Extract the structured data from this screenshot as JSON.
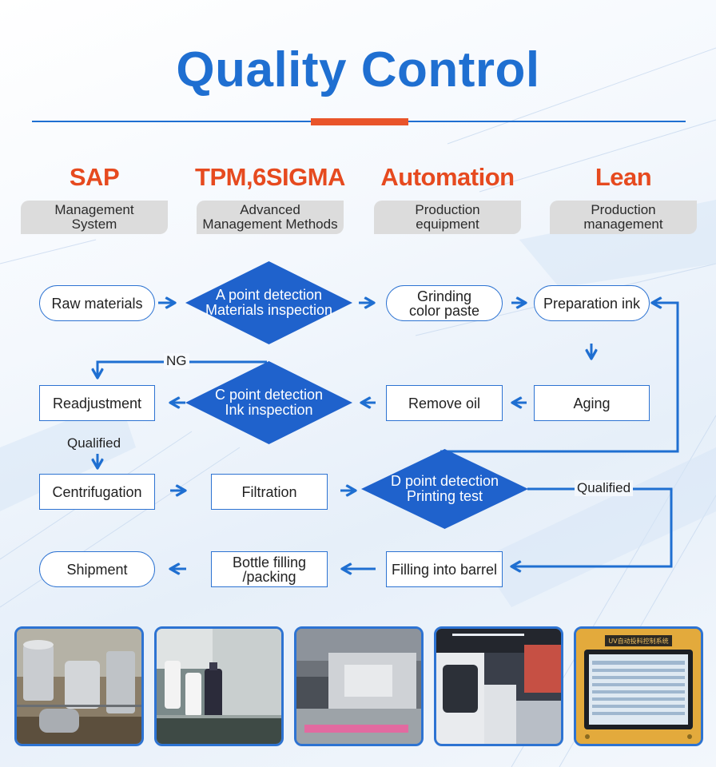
{
  "title": "Quality Control",
  "colors": {
    "blue": "#1f6fd1",
    "orange": "#e64a1f",
    "diamond": "#1f62cc"
  },
  "pillars": [
    {
      "title": "SAP",
      "subtitle": "Management\nSystem"
    },
    {
      "title": "TPM,6SIGMA",
      "subtitle": "Advanced\nManagement Methods"
    },
    {
      "title": "Automation",
      "subtitle": "Production\nequipment"
    },
    {
      "title": "Lean",
      "subtitle": "Production\nmanagement"
    }
  ],
  "flow": {
    "raw_materials": "Raw materials",
    "a_point": "A point detection\nMaterials inspection",
    "grinding": "Grinding\ncolor paste",
    "preparation": "Preparation ink",
    "aging": "Aging",
    "remove_oil": "Remove oil",
    "c_point": "C point detection\nInk  inspection",
    "readjustment": "Readjustment",
    "centrifugation": "Centrifugation",
    "filtration": "Filtration",
    "d_point": "D point detection\nPrinting test",
    "filling_barrel": "Filling into barrel",
    "bottle_filling": "Bottle filling\n/packing",
    "shipment": "Shipment",
    "label_ng": "NG",
    "label_qualified_1": "Qualified",
    "label_qualified_2": "Qualified"
  },
  "photos": [
    {
      "icon": "mixing-tanks-photo"
    },
    {
      "icon": "bottle-filling-photo"
    },
    {
      "icon": "packing-machine-photo"
    },
    {
      "icon": "factory-floor-photo"
    },
    {
      "screen_title": "UV自动投料控制系统"
    }
  ]
}
